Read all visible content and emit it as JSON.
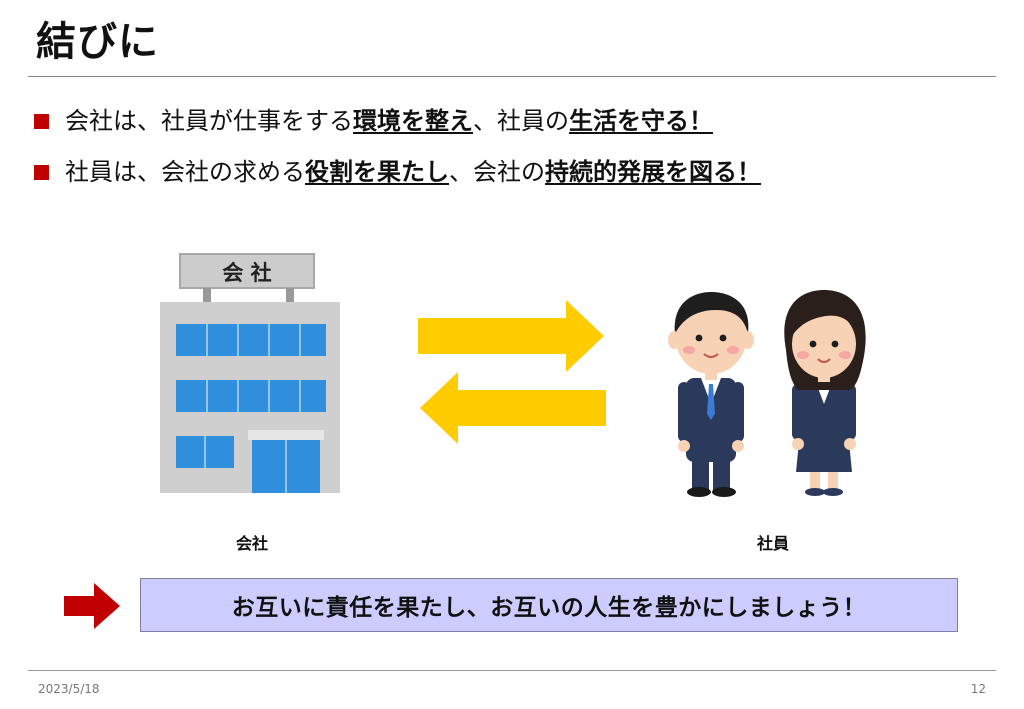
{
  "slide": {
    "title": "結びに",
    "date": "2023/5/18",
    "page_number": "12"
  },
  "bullets": [
    {
      "segments": [
        {
          "text": "会社は、社員が仕事をする",
          "emphasis": false
        },
        {
          "text": "環境を整え",
          "emphasis": true
        },
        {
          "text": "、社員の",
          "emphasis": false
        },
        {
          "text": "生活を守る！",
          "emphasis": true
        }
      ]
    },
    {
      "segments": [
        {
          "text": "社員は、会社の求める",
          "emphasis": false
        },
        {
          "text": "役割を果たし",
          "emphasis": true
        },
        {
          "text": "、会社の",
          "emphasis": false
        },
        {
          "text": "持続的発展を図る！",
          "emphasis": true
        }
      ]
    }
  ],
  "illustration": {
    "company_sign": "会 社",
    "company_caption": "会社",
    "staff_caption": "社員"
  },
  "conclusion": {
    "text": "お互いに責任を果たし、お互いの人生を豊かにしましょう！"
  },
  "colors": {
    "bullet_square": "#c00000",
    "arrow_yellow": "#ffcc00",
    "conclusion_arrow": "#c00000",
    "conclusion_box": "#ccccff",
    "building_gray": "#cfcfcf",
    "window_blue": "#2f8fdc",
    "suit_navy": "#2b3a5a"
  }
}
